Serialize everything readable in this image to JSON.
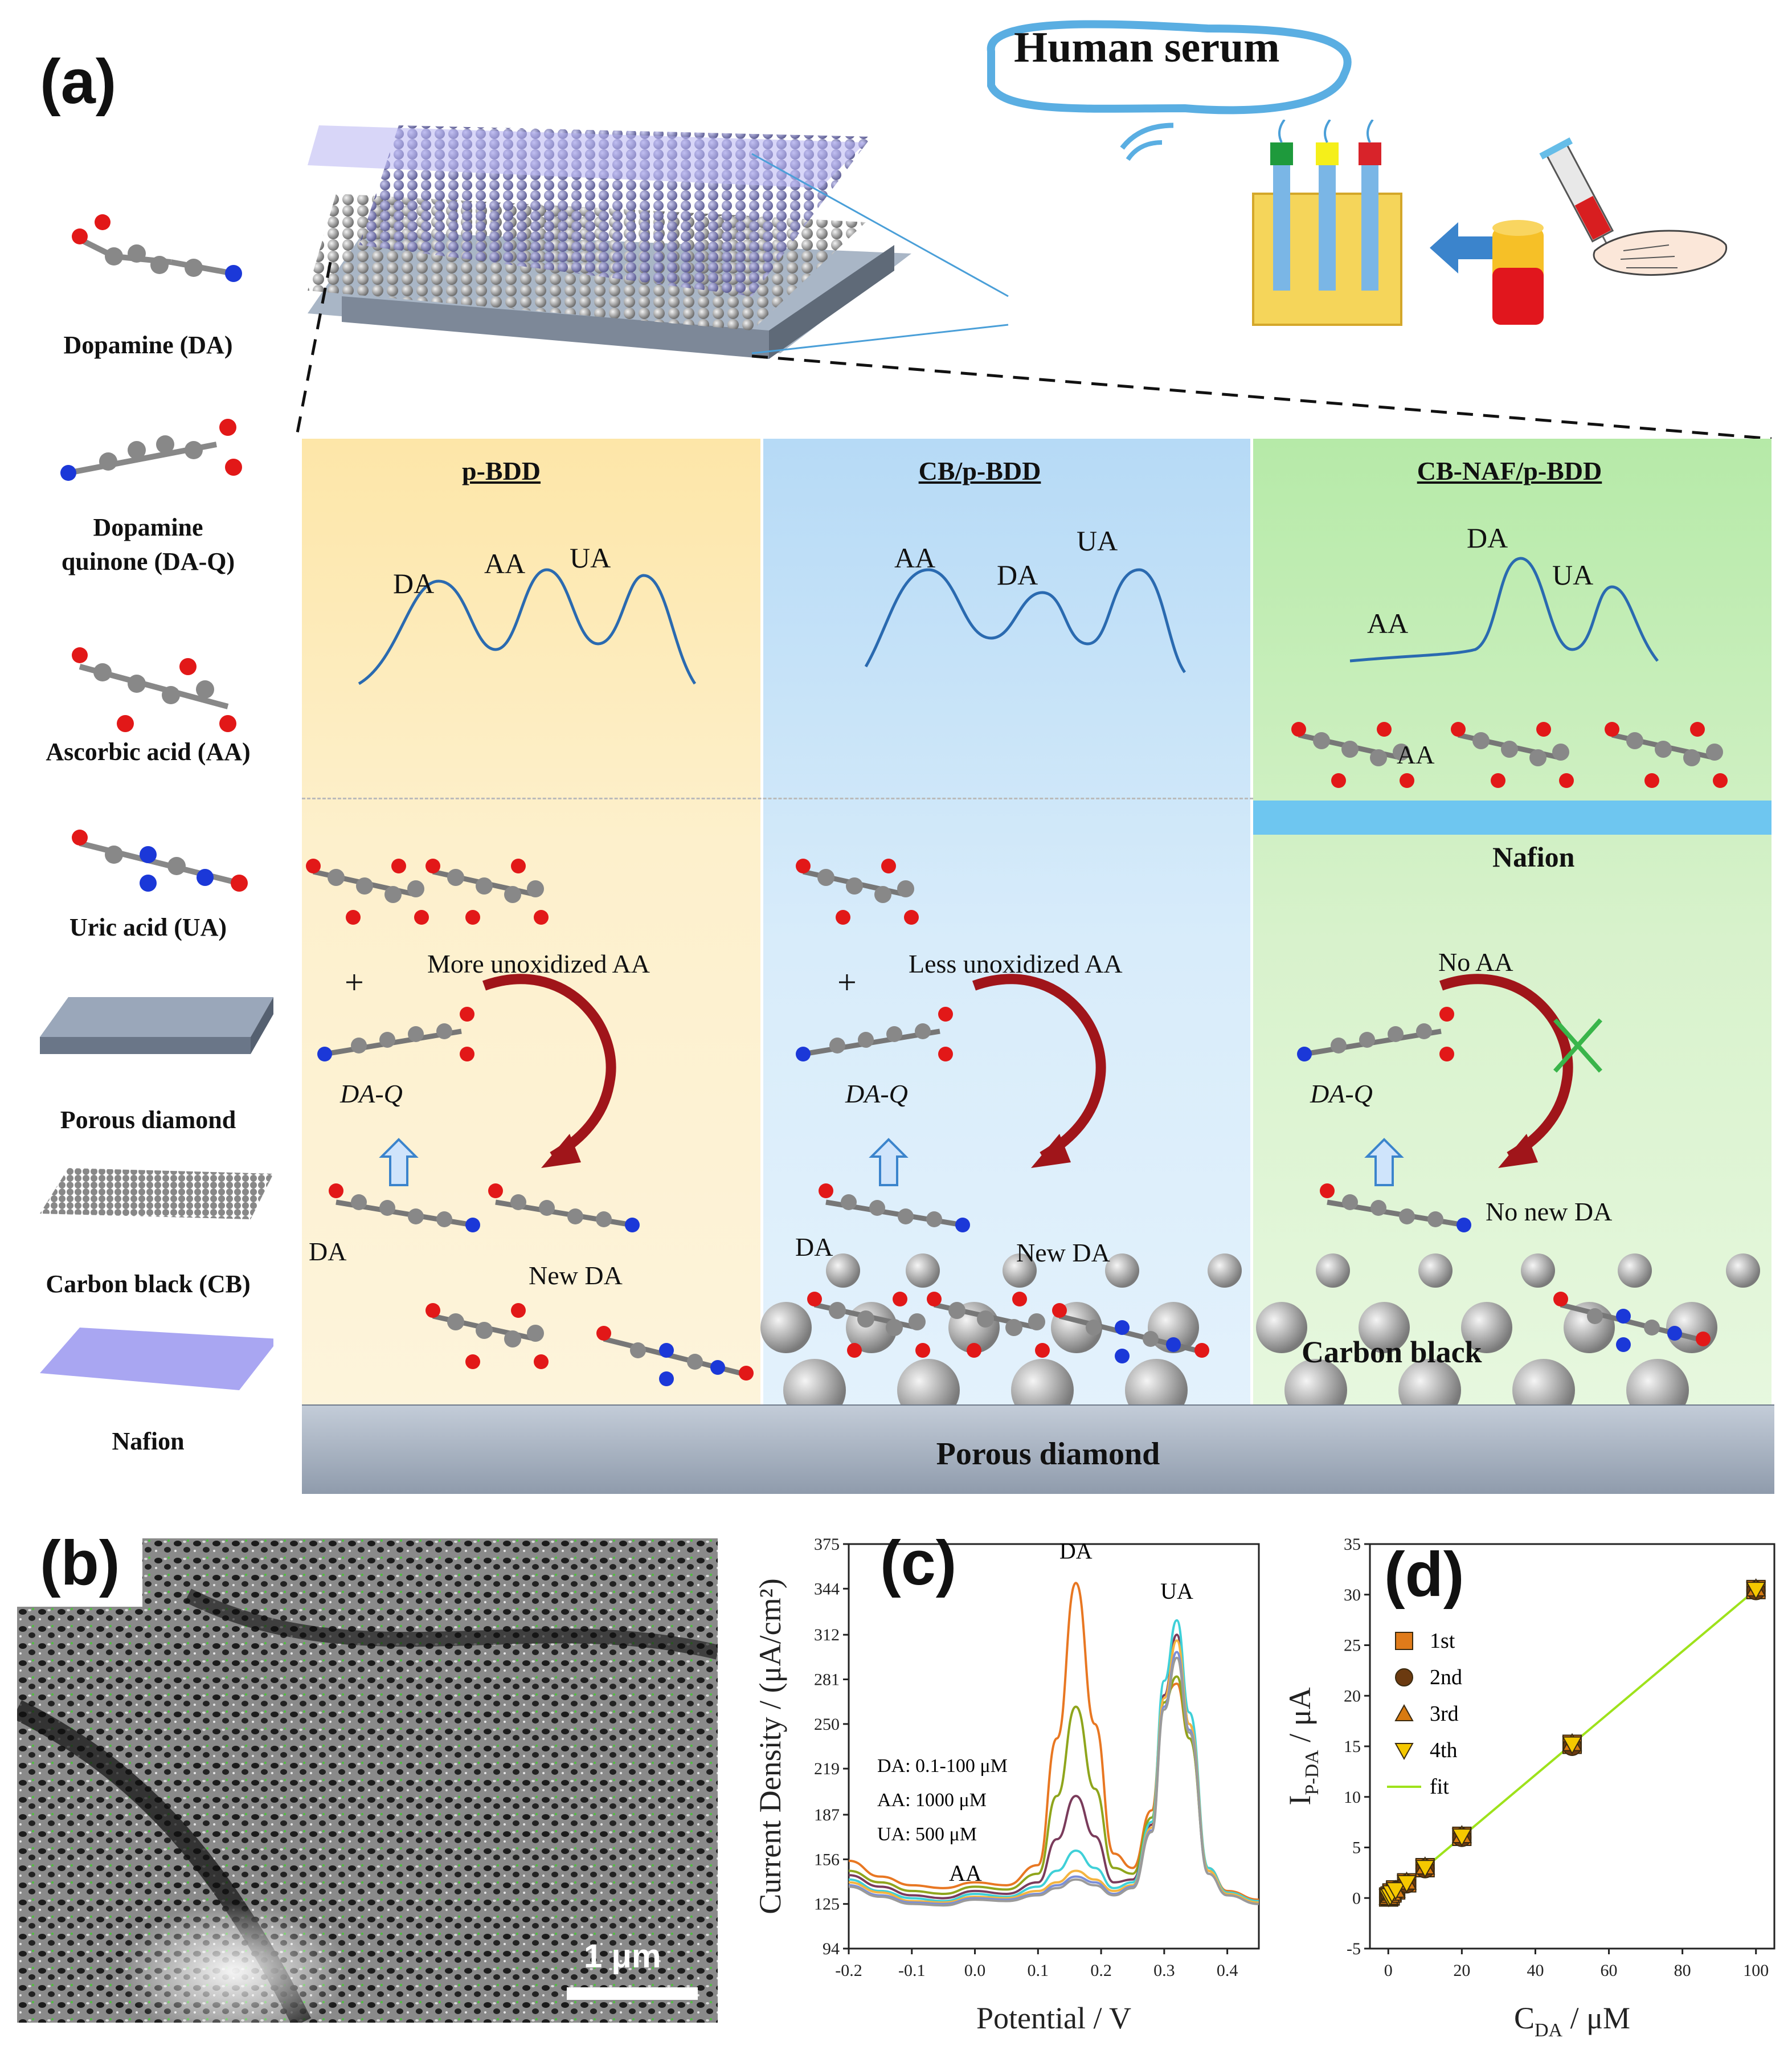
{
  "panel_a": {
    "letter": "(a)",
    "callout": "Human serum",
    "legend": [
      {
        "key": "da",
        "label": "Dopamine (DA)"
      },
      {
        "key": "daq",
        "label_line1": "Dopamine",
        "label_line2": "quinone (DA-Q)"
      },
      {
        "key": "aa",
        "label": "Ascorbic acid (AA)"
      },
      {
        "key": "ua",
        "label": "Uric acid (UA)"
      },
      {
        "key": "pd",
        "label": "Porous diamond"
      },
      {
        "key": "cb",
        "label": "Carbon black (CB)"
      },
      {
        "key": "naf",
        "label": "Nafion"
      }
    ],
    "columns": [
      {
        "title": "p-BDD",
        "peaks": [
          "DA",
          "AA",
          "UA"
        ],
        "reaction": "More unoxidized AA",
        "plus": "+",
        "daq": "DA-Q",
        "da": "DA",
        "new": "New DA"
      },
      {
        "title": "CB/p-BDD",
        "peaks": [
          "AA",
          "DA",
          "UA"
        ],
        "reaction": "Less unoxidized AA",
        "plus": "+",
        "daq": "DA-Q",
        "da": "DA",
        "new": "New DA"
      },
      {
        "title": "CB-NAF/p-BDD",
        "peaks": [
          "AA",
          "DA",
          "UA"
        ],
        "reaction": "No AA",
        "daq": "DA-Q",
        "new": "No new DA",
        "aa_label": "AA",
        "nafion": "Nafion",
        "carbon_black": "Carbon black"
      }
    ],
    "base_label": "Porous diamond"
  },
  "panel_b": {
    "letter": "(b)",
    "scale": "1 μm"
  },
  "panel_c": {
    "letter": "(c)",
    "xlabel": "Potential / V",
    "ylabel": "Current Density / (μA/cm²)",
    "annotations": {
      "aa": "AA",
      "da": "DA",
      "ua": "UA"
    },
    "conditions": [
      "DA: 0.1-100 μM",
      "AA: 1000 μM",
      "UA: 500 μM"
    ],
    "chart_data": {
      "type": "line",
      "xlim": [
        -0.2,
        0.45
      ],
      "ylim": [
        94,
        375
      ],
      "xticks": [
        "-0.2",
        "-0.1",
        "0.0",
        "0.1",
        "0.2",
        "0.3",
        "0.4"
      ],
      "yticks": [
        "94",
        "125",
        "156",
        "187",
        "219",
        "250",
        "281",
        "312",
        "344",
        "375"
      ],
      "x": [
        -0.2,
        -0.15,
        -0.1,
        -0.05,
        0.0,
        0.05,
        0.1,
        0.13,
        0.16,
        0.19,
        0.22,
        0.25,
        0.28,
        0.3,
        0.32,
        0.34,
        0.37,
        0.4,
        0.45
      ],
      "series": [
        {
          "color": "#e87722",
          "values": [
            155,
            144,
            138,
            136,
            140,
            138,
            152,
            240,
            348,
            250,
            160,
            150,
            190,
            270,
            278,
            240,
            150,
            134,
            128
          ]
        },
        {
          "color": "#8fa51c",
          "values": [
            148,
            140,
            134,
            132,
            137,
            135,
            146,
            200,
            262,
            205,
            150,
            146,
            185,
            265,
            283,
            240,
            148,
            132,
            126
          ]
        },
        {
          "color": "#7a3b5b",
          "values": [
            145,
            137,
            131,
            129,
            134,
            132,
            140,
            170,
            200,
            172,
            140,
            142,
            180,
            270,
            312,
            250,
            148,
            132,
            126
          ]
        },
        {
          "color": "#3fd0d8",
          "values": [
            142,
            134,
            129,
            127,
            132,
            130,
            137,
            148,
            162,
            150,
            136,
            140,
            182,
            280,
            322,
            258,
            150,
            133,
            127
          ]
        },
        {
          "color": "#f4b440",
          "values": [
            140,
            133,
            127,
            126,
            130,
            129,
            134,
            140,
            148,
            142,
            134,
            138,
            178,
            268,
            308,
            250,
            148,
            132,
            126
          ]
        },
        {
          "color": "#7b8fd8",
          "values": [
            138,
            131,
            126,
            125,
            129,
            128,
            132,
            138,
            144,
            140,
            132,
            137,
            176,
            262,
            300,
            246,
            146,
            131,
            125
          ]
        },
        {
          "color": "#9a9a9a",
          "values": [
            137,
            130,
            125,
            124,
            128,
            127,
            131,
            136,
            142,
            138,
            131,
            136,
            175,
            260,
            296,
            244,
            146,
            131,
            125
          ]
        }
      ]
    }
  },
  "panel_d": {
    "letter": "(d)",
    "xlabel": "C",
    "xlabel_sub": "DA",
    "xlabel_unit": " / μM",
    "ylabel": "I",
    "ylabel_sub": "P-DA",
    "ylabel_unit": " / μA",
    "legend": [
      "1st",
      "2nd",
      "3rd",
      "4th",
      "fit"
    ],
    "chart_data": {
      "type": "scatter",
      "xlim": [
        -5,
        105
      ],
      "ylim": [
        -5,
        35
      ],
      "xticks": [
        "0",
        "20",
        "40",
        "60",
        "80",
        "100"
      ],
      "yticks": [
        "-5",
        "0",
        "5",
        "10",
        "15",
        "20",
        "25",
        "30",
        "35"
      ],
      "x": [
        0.1,
        0.5,
        1,
        2,
        5,
        10,
        20,
        50,
        100
      ],
      "series": [
        {
          "name": "1st",
          "marker": "square",
          "color": "#e07b1a",
          "values": [
            0.1,
            0.2,
            0.5,
            0.8,
            1.5,
            3.0,
            6.1,
            15.2,
            30.5
          ]
        },
        {
          "name": "2nd",
          "marker": "circle",
          "color": "#6b3a10",
          "values": [
            0.1,
            0.2,
            0.4,
            0.7,
            1.4,
            2.9,
            6.0,
            15.0,
            30.4
          ]
        },
        {
          "name": "3rd",
          "marker": "triangle-up",
          "color": "#d87a10",
          "values": [
            0.1,
            0.3,
            0.5,
            0.8,
            1.6,
            3.1,
            6.2,
            15.3,
            30.6
          ]
        },
        {
          "name": "4th",
          "marker": "triangle-down",
          "color": "#f5c800",
          "values": [
            0.1,
            0.2,
            0.5,
            0.8,
            1.5,
            3.0,
            6.1,
            15.2,
            30.5
          ]
        }
      ],
      "fit": {
        "name": "fit",
        "color": "#9ee21b",
        "x": [
          0,
          100
        ],
        "y": [
          -0.05,
          30.5
        ]
      }
    }
  }
}
